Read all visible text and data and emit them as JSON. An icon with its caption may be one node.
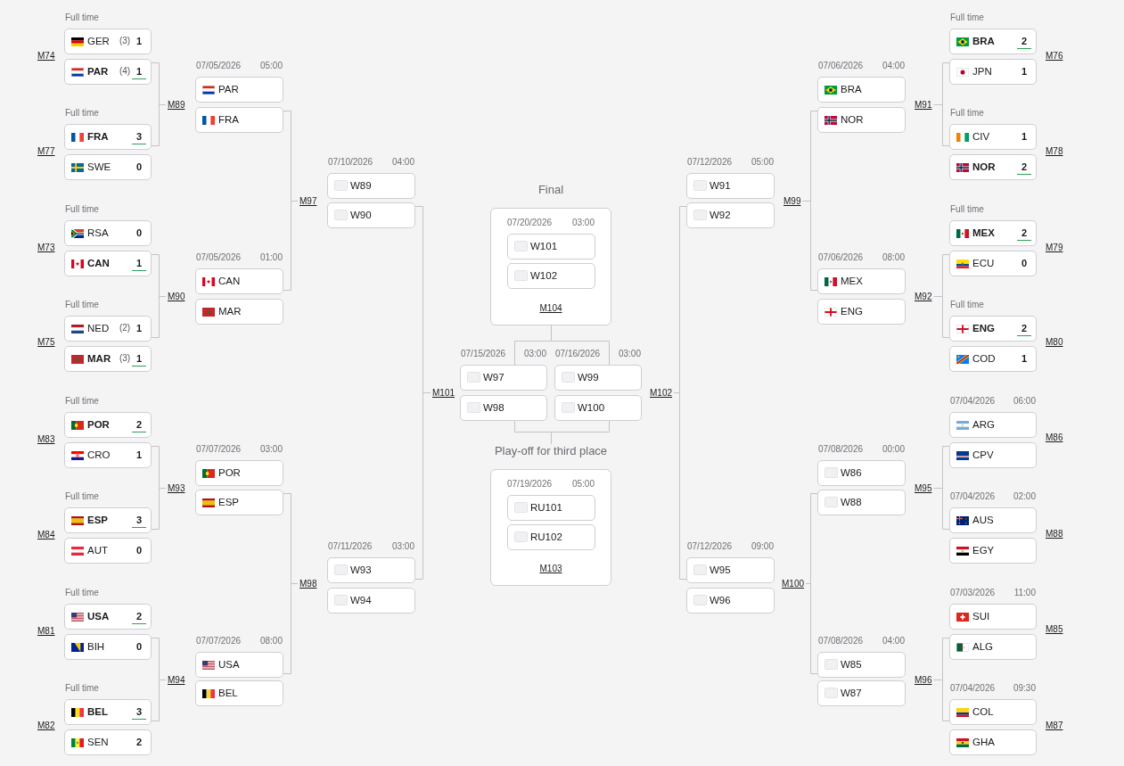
{
  "diagram": {
    "nodes": [
      {
        "text": [
          "GER",
          "(3)",
          "1"
        ],
        "beside": [
          "Full time"
        ]
      },
      {
        "text": [
          "PAR",
          "(4)",
          "1"
        ]
      },
      {
        "text": [
          "FRA",
          "3"
        ],
        "beside": [
          "Full time"
        ]
      },
      {
        "text": [
          "SWE",
          "0"
        ]
      },
      {
        "text": [
          "RSA",
          "0"
        ],
        "beside": [
          "Full time"
        ]
      },
      {
        "text": [
          "CAN",
          "1"
        ]
      },
      {
        "text": [
          "NED",
          "(2)",
          "1"
        ],
        "beside": [
          "Full time"
        ]
      },
      {
        "text": [
          "MAR",
          "(3)",
          "1"
        ]
      },
      {
        "text": [
          "POR",
          "2"
        ],
        "beside": [
          "Full time"
        ]
      },
      {
        "text": [
          "CRO",
          "1"
        ]
      },
      {
        "text": [
          "ESP",
          "3"
        ],
        "beside": [
          "Full time"
        ]
      },
      {
        "text": [
          "AUT",
          "0"
        ]
      },
      {
        "text": [
          "USA",
          "2"
        ],
        "beside": [
          "Full time"
        ]
      },
      {
        "text": [
          "BIH",
          "0"
        ]
      },
      {
        "text": [
          "BEL",
          "3"
        ],
        "beside": [
          "Full time"
        ]
      },
      {
        "text": [
          "SEN",
          "2"
        ]
      },
      {
        "text": [
          "M89"
        ]
      },
      {
        "text": [
          "M90"
        ]
      },
      {
        "text": [
          "M93"
        ]
      },
      {
        "text": [
          "M94"
        ]
      },
      {
        "text": [
          "PAR"
        ],
        "beside": [
          "07/05/2026",
          "05:00"
        ]
      },
      {
        "text": [
          "FRA"
        ]
      },
      {
        "text": [
          "CAN"
        ],
        "beside": [
          "07/05/2026",
          "01:00"
        ]
      },
      {
        "text": [
          "MAR"
        ]
      },
      {
        "text": [
          "POR"
        ],
        "beside": [
          "07/07/2026",
          "03:00"
        ]
      },
      {
        "text": [
          "ESP"
        ]
      },
      {
        "text": [
          "USA"
        ],
        "beside": [
          "07/07/2026",
          "08:00"
        ]
      },
      {
        "text": [
          "BEL"
        ]
      },
      {
        "text": [
          "M97"
        ]
      },
      {
        "text": [
          "M98"
        ]
      },
      {
        "text": [
          "W89"
        ],
        "beside": [
          "07/10/2026",
          "04:00"
        ]
      },
      {
        "text": [
          "W90"
        ]
      },
      {
        "text": [
          "W93"
        ],
        "beside": [
          "07/11/2026",
          "03:00"
        ]
      },
      {
        "text": [
          "W94"
        ]
      },
      {
        "text": [
          "M101"
        ]
      },
      {
        "text": [
          "Final",
          "07/20/2026",
          "03:00",
          "M104"
        ]
      },
      {
        "text": [
          "W101"
        ],
        "in": 35
      },
      {
        "text": [
          "W102"
        ],
        "in": 35
      },
      {
        "text": [
          "W97"
        ],
        "beside": [
          "07/15/2026",
          "03:00"
        ]
      },
      {
        "text": [
          "W99"
        ],
        "beside": [
          "07/16/2026",
          "03:00"
        ]
      },
      {
        "text": [
          "W98"
        ]
      },
      {
        "text": [
          "W100"
        ]
      },
      {
        "text": [
          "Play-off for third place",
          "07/19/2026",
          "05:00",
          "M103"
        ]
      },
      {
        "text": [
          "RU101"
        ],
        "in": 42
      },
      {
        "text": [
          "RU102"
        ],
        "in": 42
      },
      {
        "text": [
          "M102"
        ]
      },
      {
        "text": [
          "W91"
        ],
        "beside": [
          "07/12/2026",
          "05:00"
        ]
      },
      {
        "text": [
          "W92"
        ]
      },
      {
        "text": [
          "W95"
        ],
        "beside": [
          "07/12/2026",
          "09:00"
        ]
      },
      {
        "text": [
          "W96"
        ]
      },
      {
        "text": [
          "M99"
        ]
      },
      {
        "text": [
          "M100"
        ]
      },
      {
        "text": [
          "BRA"
        ],
        "beside": [
          "07/06/2026",
          "04:00"
        ]
      },
      {
        "text": [
          "NOR"
        ]
      },
      {
        "text": [
          "MEX"
        ],
        "beside": [
          "07/06/2026",
          "08:00"
        ]
      },
      {
        "text": [
          "ENG"
        ]
      },
      {
        "text": [
          "W86"
        ],
        "beside": [
          "07/08/2026",
          "00:00"
        ]
      },
      {
        "text": [
          "W88"
        ]
      },
      {
        "text": [
          "W85"
        ],
        "beside": [
          "07/08/2026",
          "04:00"
        ]
      },
      {
        "text": [
          "W87"
        ]
      },
      {
        "text": [
          "M91"
        ]
      },
      {
        "text": [
          "M92"
        ]
      },
      {
        "text": [
          "M95"
        ]
      },
      {
        "text": [
          "M96"
        ]
      },
      {
        "text": [
          "BRA",
          "2"
        ],
        "beside": [
          "Full time"
        ]
      },
      {
        "text": [
          "JPN",
          "1"
        ]
      },
      {
        "text": [
          "CIV",
          "1"
        ],
        "beside": [
          "Full time"
        ]
      },
      {
        "text": [
          "NOR",
          "2"
        ]
      },
      {
        "text": [
          "MEX",
          "2"
        ],
        "beside": [
          "Full time"
        ]
      },
      {
        "text": [
          "ECU",
          "0"
        ]
      },
      {
        "text": [
          "ENG",
          "2"
        ],
        "beside": [
          "Full time"
        ]
      },
      {
        "text": [
          "COD",
          "1"
        ]
      },
      {
        "text": [
          "ARG"
        ],
        "beside": [
          "07/04/2026",
          "06:00"
        ]
      },
      {
        "text": [
          "CPV"
        ]
      },
      {
        "text": [
          "AUS"
        ],
        "beside": [
          "07/04/2026",
          "02:00"
        ]
      },
      {
        "text": [
          "EGY"
        ]
      },
      {
        "text": [
          "SUI"
        ],
        "beside": [
          "07/03/2026",
          "11:00"
        ]
      },
      {
        "text": [
          "ALG"
        ]
      },
      {
        "text": [
          "COL"
        ],
        "beside": [
          "07/04/2026",
          "09:30"
        ]
      },
      {
        "text": [
          "GHA"
        ]
      }
    ],
    "edges": [
      {
        "from": 1,
        "to": 16,
        "arrow": "none"
      },
      {
        "from": 2,
        "to": 16,
        "arrow": "none"
      },
      {
        "from": 5,
        "to": 17,
        "arrow": "none"
      },
      {
        "from": 6,
        "to": 17,
        "arrow": "none"
      },
      {
        "from": 9,
        "to": 18,
        "arrow": "none"
      },
      {
        "from": 10,
        "to": 18,
        "arrow": "none"
      },
      {
        "from": 13,
        "to": 19,
        "arrow": "none"
      },
      {
        "from": 14,
        "to": 19,
        "arrow": "none"
      },
      {
        "from": 21,
        "to": 28,
        "arrow": "none"
      },
      {
        "from": 22,
        "to": 28,
        "arrow": "none"
      },
      {
        "from": 25,
        "to": 29,
        "arrow": "none"
      },
      {
        "from": 26,
        "to": 29,
        "arrow": "none"
      },
      {
        "from": 31,
        "to": 34,
        "arrow": "none"
      },
      {
        "from": 32,
        "to": 34,
        "arrow": "none"
      },
      {
        "from": 38,
        "to": 35,
        "arrow": "none"
      },
      {
        "from": 39,
        "to": 35,
        "arrow": "none"
      },
      {
        "from": 40,
        "to": 42,
        "arrow": "none"
      },
      {
        "from": 41,
        "to": 42,
        "arrow": "none"
      },
      {
        "from": 47,
        "to": 45,
        "arrow": "none"
      },
      {
        "from": 48,
        "to": 45,
        "arrow": "none"
      },
      {
        "from": 53,
        "to": 50,
        "arrow": "none"
      },
      {
        "from": 54,
        "to": 50,
        "arrow": "none"
      },
      {
        "from": 57,
        "to": 51,
        "arrow": "none"
      },
      {
        "from": 58,
        "to": 51,
        "arrow": "none"
      },
      {
        "from": 65,
        "to": 60,
        "arrow": "none"
      },
      {
        "from": 66,
        "to": 60,
        "arrow": "none"
      },
      {
        "from": 69,
        "to": 61,
        "arrow": "none"
      },
      {
        "from": 70,
        "to": 61,
        "arrow": "none"
      },
      {
        "from": 73,
        "to": 62,
        "arrow": "none"
      },
      {
        "from": 74,
        "to": 62,
        "arrow": "none"
      },
      {
        "from": 77,
        "to": 63,
        "arrow": "none"
      },
      {
        "from": 78,
        "to": 63,
        "arrow": "none"
      }
    ],
    "labels": [
      "M74",
      "M76",
      "M77",
      "M78",
      "M73",
      "M79",
      "M75",
      "M80",
      "M83",
      "M86",
      "M84",
      "M88",
      "M81",
      "M85",
      "M82",
      "M87"
    ]
  }
}
